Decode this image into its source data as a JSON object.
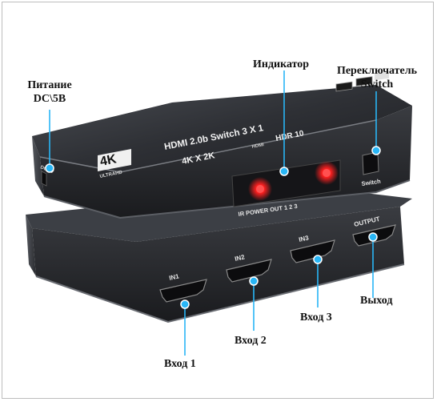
{
  "device_text": {
    "logo_4k": "4K",
    "logo_sub": "ULTRAHD",
    "model_line": "HDMI 2.0b Switch 3 X 1",
    "resolution": "4K X 2K",
    "hdr": "HDR 10",
    "hdmi_logo": "HDMI",
    "led_labels": "IR  POWER  OUT  1  2  3",
    "dc_port": "DC 5V",
    "switch_label": "Switch",
    "port_in1": "IN1",
    "port_in2": "IN2",
    "port_in3": "IN3",
    "port_output": "OUTPUT"
  },
  "callouts": {
    "power_line1": "Питание",
    "power_line2": "DC\\5B",
    "indicator": "Индикатор",
    "switch_line1": "Переключатель",
    "switch_line2": "Switch",
    "output": "Выход",
    "input1": "Вход 1",
    "input2": "Вход 2",
    "input3": "Вход 3"
  },
  "colors": {
    "callout_dot": "#29b6f6",
    "led_red": "#ff2020",
    "device_body": "#2b2d31"
  }
}
